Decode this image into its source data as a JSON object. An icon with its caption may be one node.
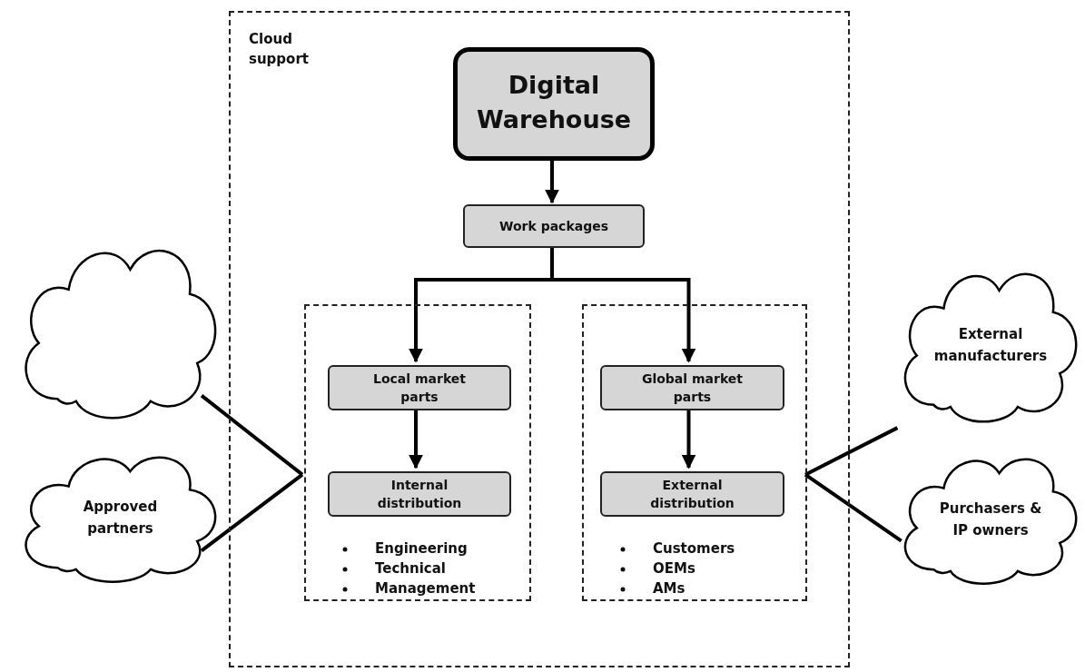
{
  "diagram": {
    "nodes": [
      {
        "text": [
          "Cloud support"
        ]
      },
      {
        "text": [
          "Digital Warehouse"
        ],
        "in": 0
      },
      {
        "text": [
          "Work packages"
        ],
        "in": 0
      },
      {
        "text": [
          "Engineering",
          "Technical",
          "Management"
        ],
        "in": 0
      },
      {
        "text": [
          "Local market parts"
        ],
        "in": 3
      },
      {
        "text": [
          "Internal distribution"
        ],
        "in": 3
      },
      {
        "text": [
          "Customers",
          "OEMs",
          "AMs"
        ],
        "in": 0
      },
      {
        "text": [
          "Global market parts"
        ],
        "in": 6
      },
      {
        "text": [
          "External distribution"
        ],
        "in": 6
      },
      {
        "text": [],
        "shape": "cloud"
      },
      {
        "text": [
          "Approved partners"
        ]
      },
      {
        "text": [
          "External manufacturers"
        ]
      },
      {
        "text": [
          "Purchasers & IP owners"
        ]
      }
    ],
    "edges": [
      {
        "from": 1,
        "to": 2,
        "arrow": "to"
      },
      {
        "from": 2,
        "to": 4,
        "arrow": "to"
      },
      {
        "from": 2,
        "to": 7,
        "arrow": "to"
      },
      {
        "from": 4,
        "to": 5,
        "arrow": "to"
      },
      {
        "from": 7,
        "to": 8,
        "arrow": "to"
      },
      {
        "from": 9,
        "to": 3,
        "arrow": "none"
      },
      {
        "from": 10,
        "to": 3,
        "arrow": "none"
      },
      {
        "from": 11,
        "to": 6,
        "arrow": "none"
      },
      {
        "from": 12,
        "to": 6,
        "arrow": "none"
      }
    ]
  }
}
